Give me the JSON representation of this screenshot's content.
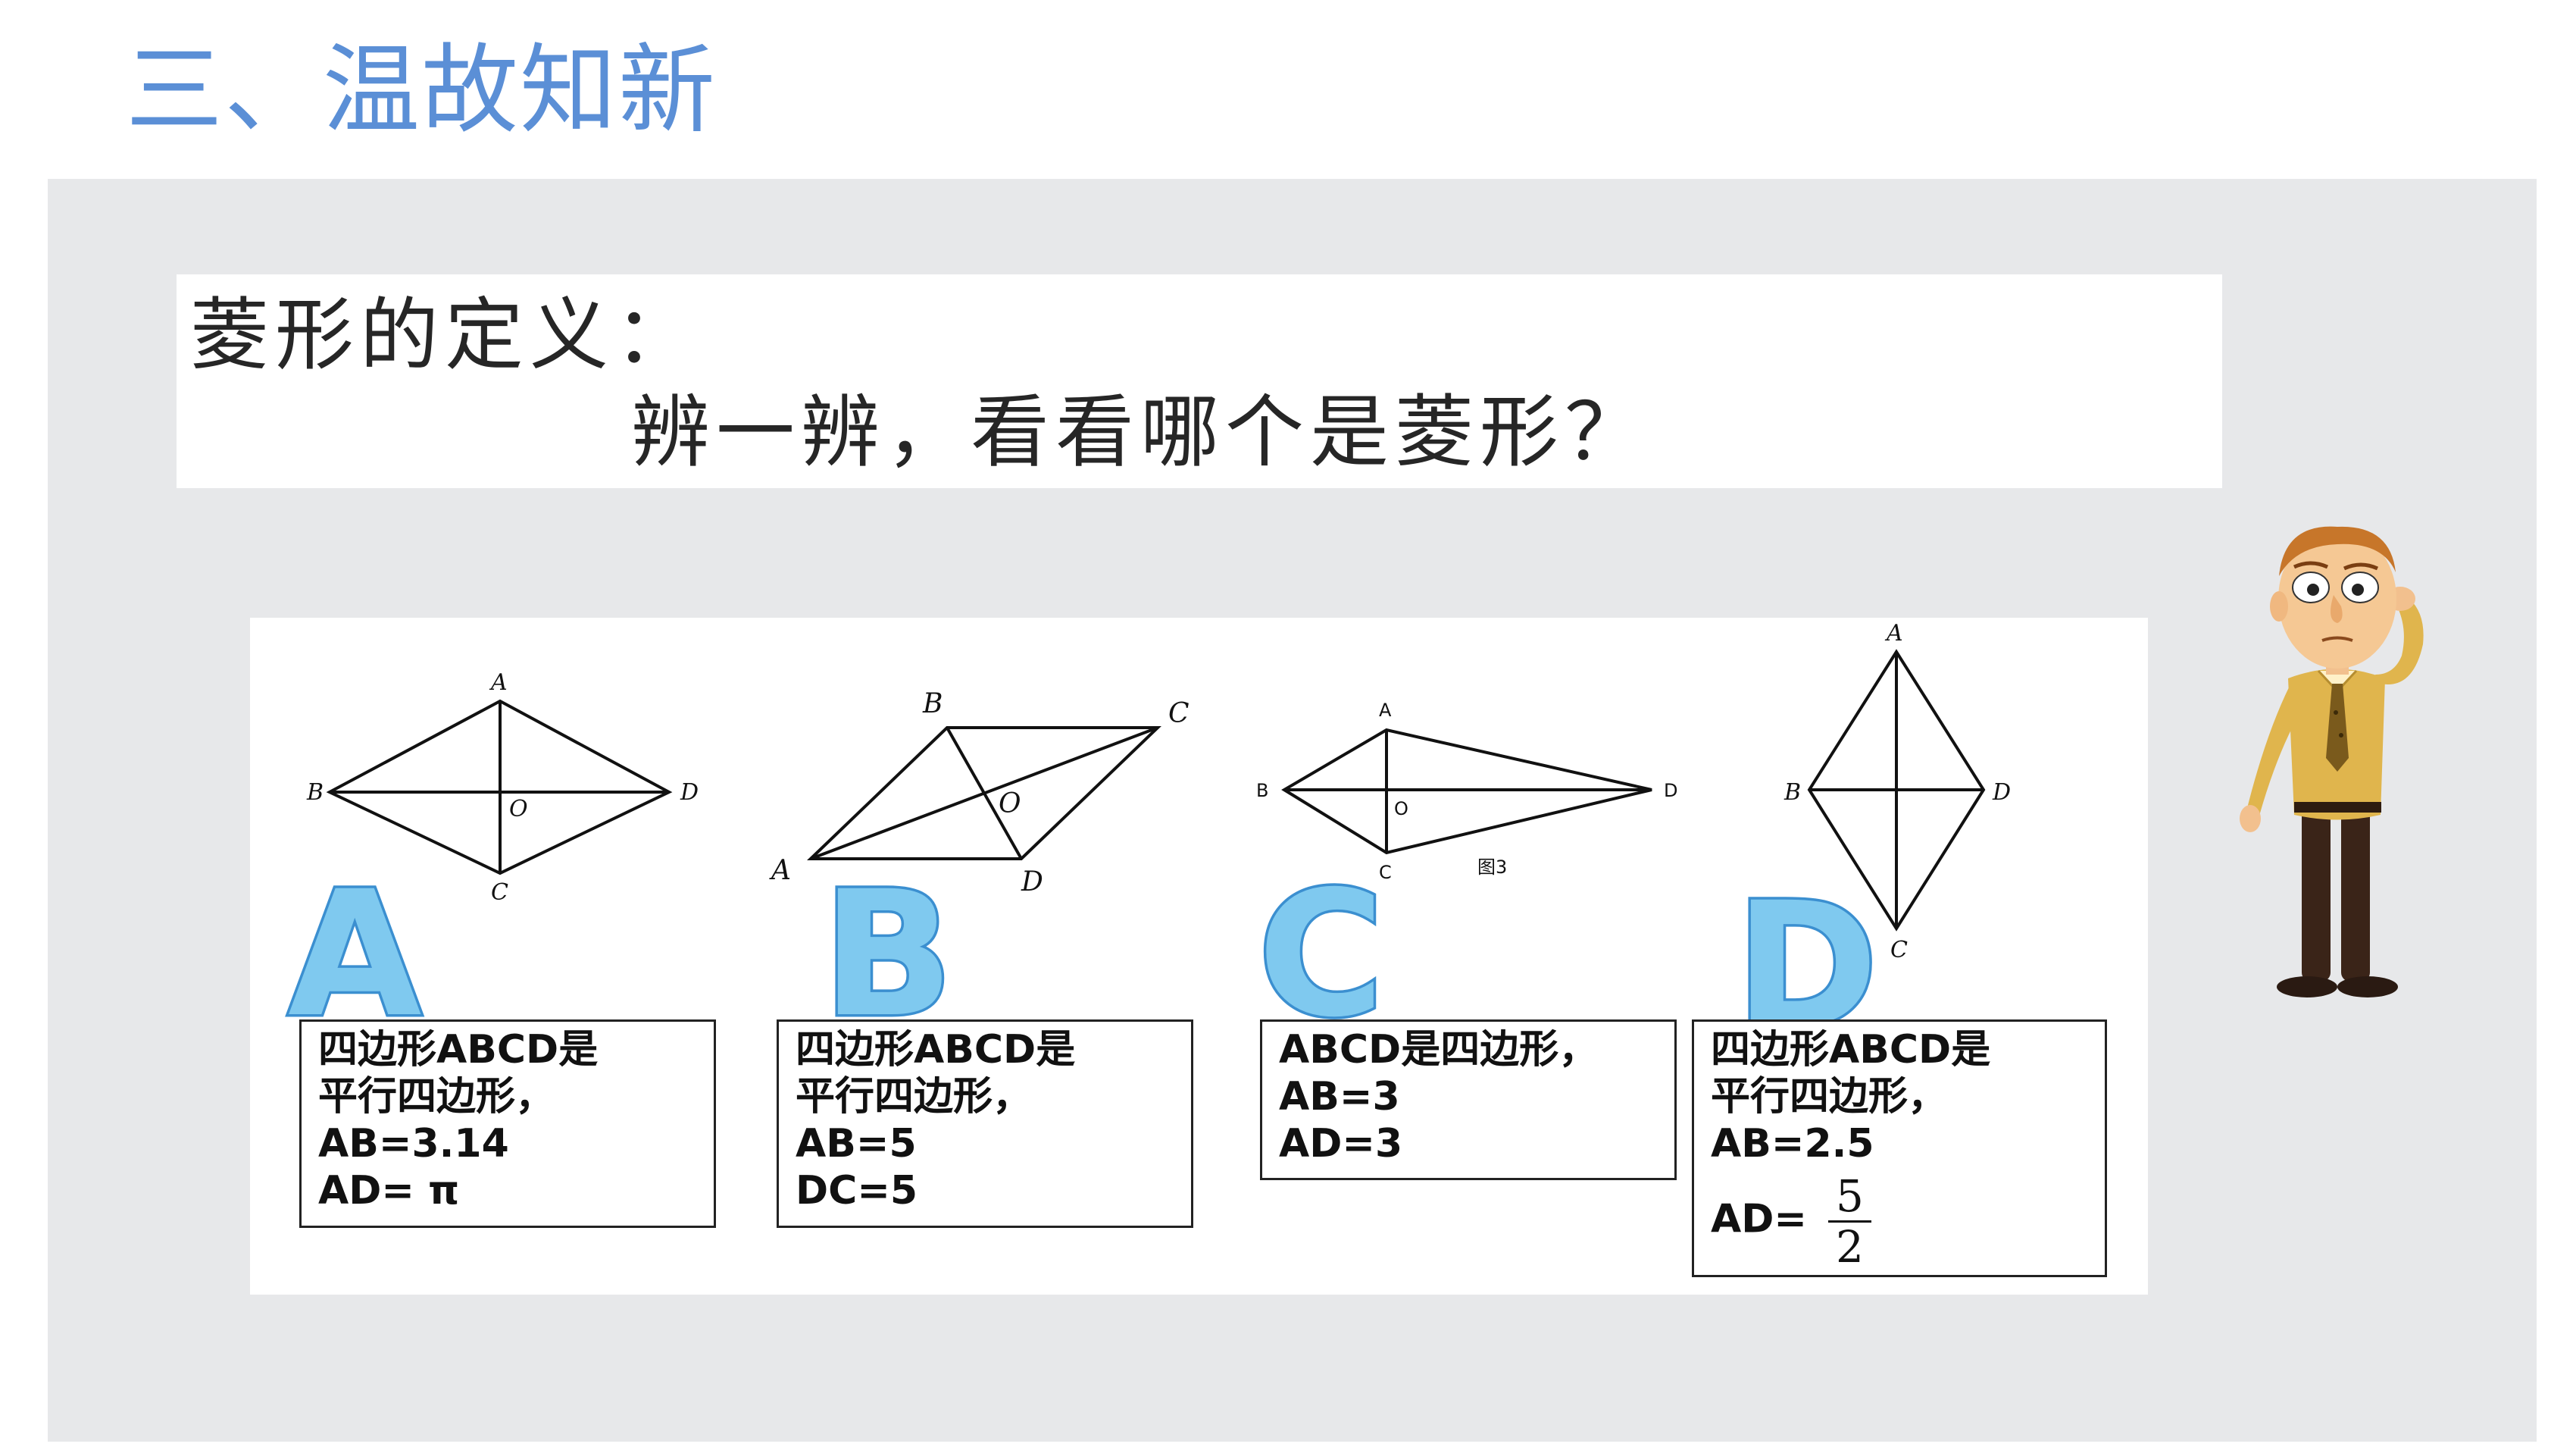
{
  "slide_title": "三、温故知新",
  "question": {
    "line1": "菱形的定义：",
    "line2": "辨一辨，看看哪个是菱形？"
  },
  "figures": [
    {
      "option": "A",
      "vertex_labels": [
        "A",
        "B",
        "C",
        "D",
        "O"
      ],
      "conditions": [
        "四边形ABCD是",
        "平行四边形，",
        "AB=3.14",
        "AD= π"
      ]
    },
    {
      "option": "B",
      "vertex_labels": [
        "A",
        "B",
        "C",
        "D",
        "O"
      ],
      "conditions": [
        "四边形ABCD是",
        "平行四边形，",
        "AB=5",
        "DC=5"
      ]
    },
    {
      "option": "C",
      "vertex_labels": [
        "A",
        "B",
        "C",
        "D",
        "O"
      ],
      "figure_caption": "图3",
      "conditions": [
        "ABCD是四边形，",
        "AB=3",
        "AD=3"
      ]
    },
    {
      "option": "D",
      "vertex_labels": [
        "A",
        "B",
        "C",
        "D"
      ],
      "conditions": [
        "四边形ABCD是",
        "平行四边形，",
        "AB=2.5"
      ],
      "last_condition": {
        "prefix": "AD=",
        "numerator": "5",
        "denominator": "2"
      }
    }
  ],
  "colors": {
    "title": "#5b8fd6",
    "panel": "#e7e8ea",
    "option_letter_fill": "#7fc9ef",
    "option_letter_stroke": "#3b8fd0"
  },
  "illustration": "thinking-man-scratching-head"
}
